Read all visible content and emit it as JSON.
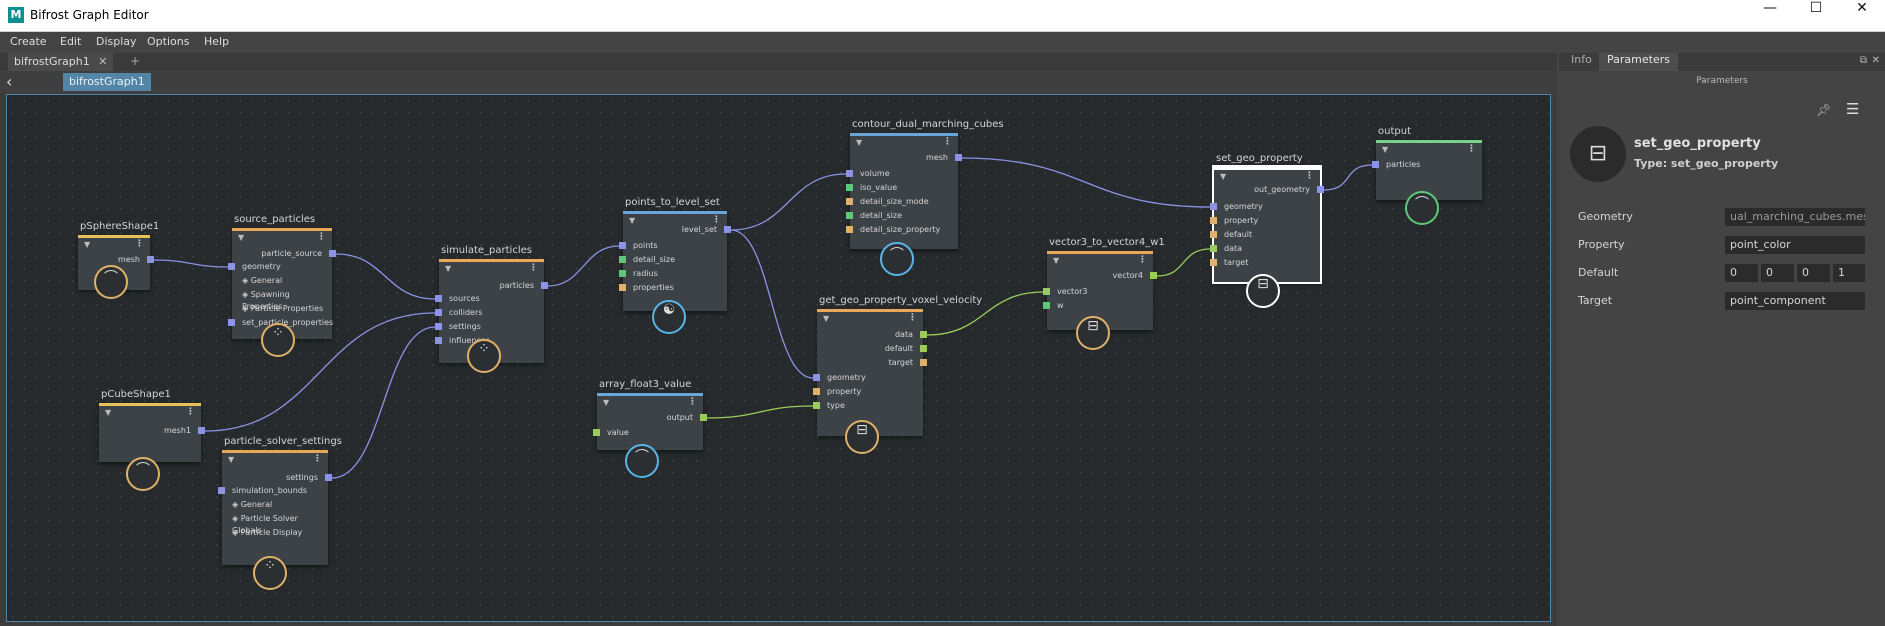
{
  "window": {
    "title": "Bifrost Graph Editor",
    "icon_letter": "M",
    "minimize": "—",
    "maximize": "☐",
    "close": "✕"
  },
  "menu": [
    "Create",
    "Edit",
    "Display",
    "Options",
    "Help"
  ],
  "tabs": {
    "graph_tab": "bifrostGraph1",
    "close_glyph": "✕",
    "add_glyph": "+"
  },
  "breadcrumb": {
    "back_glyph": "‹",
    "item": "bifrostGraph1"
  },
  "nodes": [
    {
      "title": "pSphereShape1",
      "head": "#e8c15a",
      "outputs": [
        "mesh"
      ],
      "inputs": []
    },
    {
      "title": "source_particles",
      "head": "#e8a85a",
      "outputs": [
        "particle_source"
      ],
      "inputs": [
        "geometry",
        "General",
        "Spawning Properties",
        "Particle Properties",
        "set_particle_properties"
      ]
    },
    {
      "title": "simulate_particles",
      "head": "#e8a85a",
      "outputs": [
        "particles"
      ],
      "inputs": [
        "sources",
        "colliders",
        "settings",
        "influences"
      ]
    },
    {
      "title": "points_to_level_set",
      "head": "#6aa6d8",
      "outputs": [
        "level_set"
      ],
      "inputs": [
        "points",
        "detail_size",
        "radius",
        "properties"
      ]
    },
    {
      "title": "contour_dual_marching_cubes",
      "head": "#6aa6d8",
      "outputs": [
        "mesh"
      ],
      "inputs": [
        "volume",
        "iso_value",
        "detail_size_mode",
        "detail_size",
        "detail_size_property"
      ]
    },
    {
      "title": "set_geo_property",
      "head": "#ffffff",
      "outputs": [
        "out_geometry"
      ],
      "inputs": [
        "geometry",
        "property",
        "default",
        "data",
        "target"
      ]
    },
    {
      "title": "output",
      "head": "#7ad08a",
      "outputs": [],
      "inputs": [
        "particles"
      ]
    },
    {
      "title": "vector3_to_vector4_w1",
      "head": "#e8a85a",
      "outputs": [
        "vector4"
      ],
      "inputs": [
        "vector3",
        "w"
      ]
    },
    {
      "title": "get_geo_property_voxel_velocity",
      "head": "#e8a85a",
      "outputs": [
        "data",
        "default",
        "target"
      ],
      "inputs": [
        "geometry",
        "property",
        "type"
      ]
    },
    {
      "title": "array_float3_value",
      "head": "#6aa6d8",
      "outputs": [
        "output"
      ],
      "inputs": [
        "value"
      ]
    },
    {
      "title": "pCubeShape1",
      "head": "#e8c15a",
      "outputs": [
        "mesh1"
      ],
      "inputs": []
    },
    {
      "title": "particle_solver_settings",
      "head": "#e8a85a",
      "outputs": [
        "settings"
      ],
      "inputs": [
        "simulation_bounds",
        "General",
        "Particle Solver Globals",
        "Particle Display"
      ]
    }
  ],
  "right_panel": {
    "tabs": [
      "Info",
      "Parameters"
    ],
    "header": "Parameters",
    "node_name": "set_geo_property",
    "node_type": "Type: set_geo_property",
    "fields": [
      {
        "label": "Geometry",
        "value": "ual_marching_cubes.mesh"
      },
      {
        "label": "Property",
        "value": "point_color"
      },
      {
        "label": "Default",
        "values": [
          "0",
          "0",
          "0",
          "1"
        ]
      },
      {
        "label": "Target",
        "value": "point_component"
      }
    ]
  },
  "colors": {
    "accent": "#5285a6",
    "wire": "#8c93e6",
    "wire_green": "#9acd5a",
    "badge_orange": "#e0b16a",
    "badge_blue": "#58b5e8",
    "badge_green": "#5dc87a"
  }
}
